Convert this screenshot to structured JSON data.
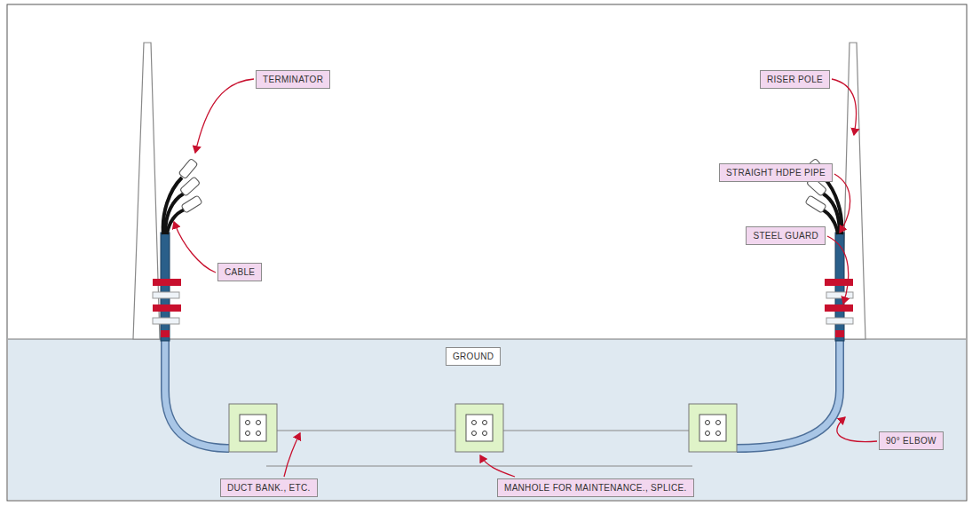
{
  "diagram": {
    "nodes": [
      {
        "text": [
          "TERMINATOR"
        ]
      },
      {
        "text": [
          "RISER POLE"
        ]
      },
      {
        "text": [
          "STRAIGHT HDPE PIPE"
        ]
      },
      {
        "text": [
          "CABLE"
        ]
      },
      {
        "text": [
          "STEEL GUARD"
        ]
      },
      {
        "text": [
          "GROUND"
        ]
      },
      {
        "text": [
          "90° ELBOW"
        ]
      },
      {
        "text": [
          "DUCT BANK., ETC."
        ]
      },
      {
        "text": [
          "MANHOLE FOR MAINTENANCE., SPLICE."
        ]
      }
    ]
  }
}
